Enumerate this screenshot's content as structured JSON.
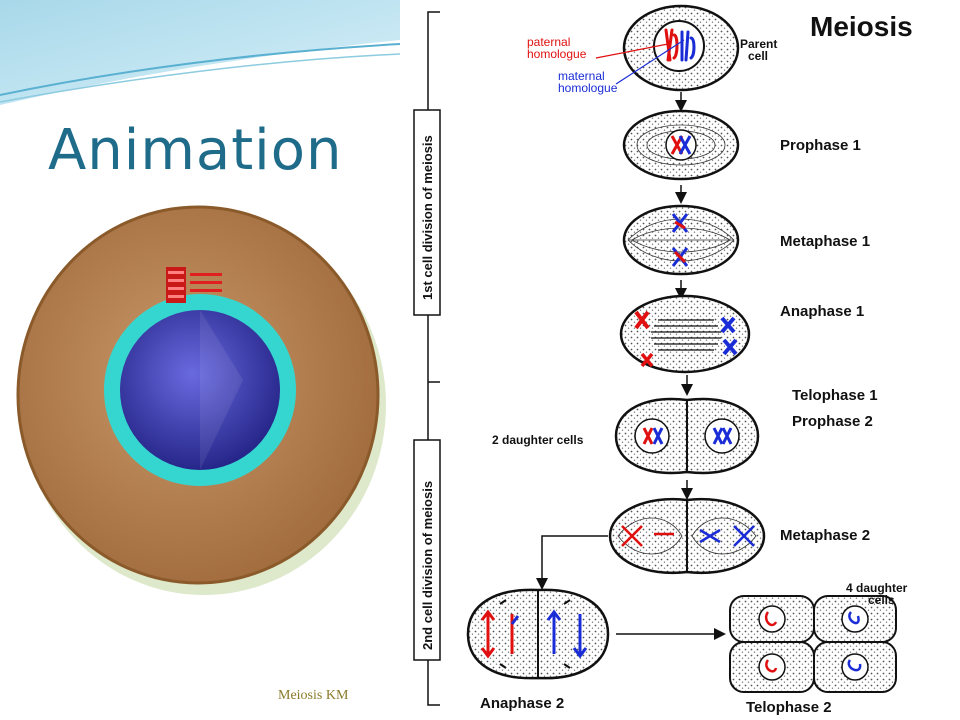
{
  "slide": {
    "title": "Animation",
    "footer": "Meiosis KM"
  },
  "diagram": {
    "title": "Meiosis",
    "parent_cell": "Parent\ncell",
    "paternal_homologue": "paternal\nhomologue",
    "maternal_homologue": "maternal\nhomologue",
    "first_division": "1st cell division of meiosis",
    "second_division": "2nd cell division of meiosis",
    "stages": {
      "prophase1": "Prophase 1",
      "metaphase1": "Metaphase 1",
      "anaphase1": "Anaphase 1",
      "telophase1": "Telophase 1",
      "prophase2": "Prophase 2",
      "metaphase2": "Metaphase 2",
      "anaphase2": "Anaphase 2",
      "telophase2": "Telophase 2"
    },
    "two_daughter_cells": "2 daughter cells",
    "four_daughter_cells": "4 daughter\ncells"
  },
  "colors": {
    "title": "#1f6b8a",
    "paternal": "#e01010",
    "maternal": "#1a2cd6",
    "cell_body": "#b07a4a",
    "nucleus_ring": "#35d6d0",
    "nucleus": "#3a3ab0"
  }
}
